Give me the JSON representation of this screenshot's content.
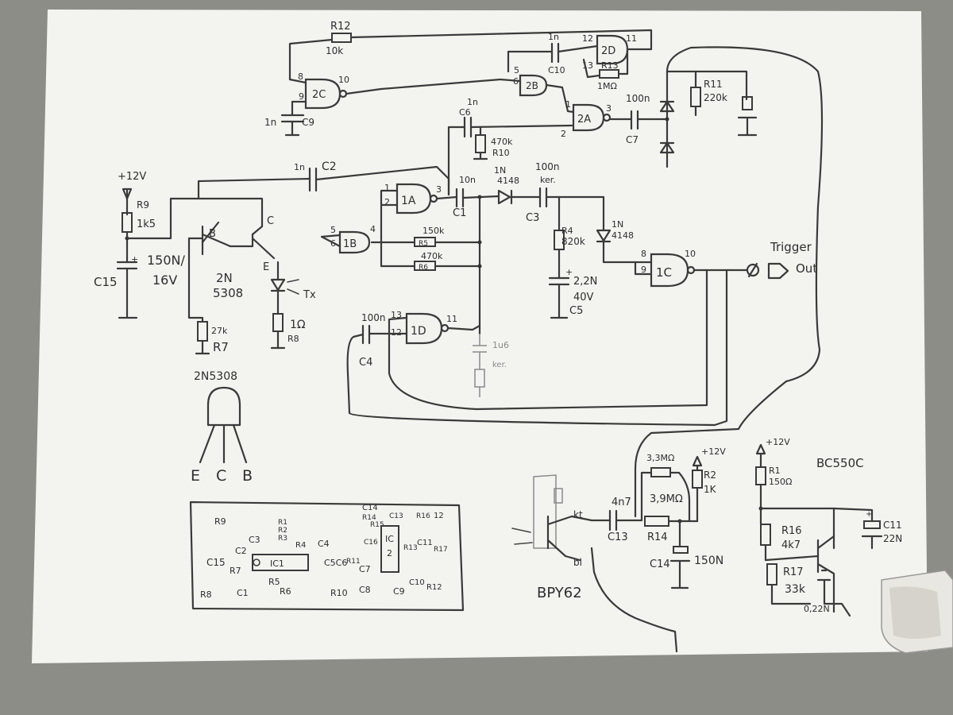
{
  "labels": {
    "r12": "R12",
    "r12_val": "10k",
    "c9": "C9",
    "c9_val": "1n",
    "gate_2c": "2C",
    "gate_2d": "2D",
    "gate_2b": "2B",
    "gate_2a": "2A",
    "gate_1a": "1A",
    "gate_1b": "1B",
    "gate_1c": "1C",
    "gate_1d": "1D",
    "c10": "C10",
    "c10_val": "1n",
    "r13": "R13",
    "r13_val": "1MΩ",
    "r11": "R11",
    "r11_val": "220k",
    "c7": "C7",
    "c7_val": "100n",
    "c6": "C6",
    "c6_val": "1n",
    "r10": "R10",
    "r10_val": "470k",
    "c2": "C2",
    "c2_val": "1n",
    "c1": "C1",
    "c1_val": "10n",
    "d_1n4148_a": "1N\n4148",
    "c3": "C3",
    "c3_val": "100n",
    "c3_type": "ker.",
    "r4": "R4",
    "r4_val": "820k",
    "d_1n4148_b": "1N\n4148",
    "r5": "R5",
    "r5_val": "150k",
    "r6": "R6",
    "r6_val": "470k",
    "c5": "C5",
    "c5_val": "2,2N",
    "c5_volt": "40V",
    "c4": "C4",
    "c4_val": "100n",
    "cap_1u6": "1u6",
    "cap_1u6_type": "ker.",
    "vcc_12v": "+12V",
    "r9": "R9",
    "r9_val": "1k5",
    "c15": "C15",
    "c15_val": "150N/",
    "c15_volt": "16V",
    "q1_name": "2N",
    "q1_num": "5308",
    "pin_b": "B",
    "pin_c": "C",
    "pin_e": "E",
    "tx": "Tx",
    "r8": "R8",
    "r8_val": "1Ω",
    "r7": "R7",
    "r7_val": "27k",
    "pinout_title": "2N5308",
    "pinout_e": "E",
    "pinout_c": "C",
    "pinout_b": "B",
    "trigger": "Trigger",
    "out": "Out",
    "bpy62": "BPY62",
    "c13": "C13",
    "c13_val": "4n7",
    "r3_val": "3,3MΩ",
    "r14": "R14",
    "r14_val": "3,9MΩ",
    "vcc_12v_b": "+12V",
    "r2": "R2",
    "r2_val": "1K",
    "c14": "C14",
    "c14_val": "150N",
    "vcc_12v_c": "+12V",
    "r1": "R1",
    "r1_val": "150Ω",
    "bc550c": "BC550C",
    "r16": "R16",
    "r16_val": "4k7",
    "c11": "C11",
    "c11_val": "22N",
    "r17": "R17",
    "r17_val": "33k",
    "c12_val": "0,22N",
    "pin_kt": "kt",
    "pin_bl": "bl",
    "pin_1": "1",
    "pin_2": "2",
    "pin_3": "3",
    "pin_4": "4",
    "pin_5": "5",
    "pin_6": "6",
    "pin_8": "8",
    "pin_9": "9",
    "pin_10": "10",
    "pin_11": "11",
    "pin_12": "12",
    "pin_13": "13"
  },
  "layout_sketch": {
    "r9": "R9",
    "c3": "C3",
    "r1": "R1",
    "r2": "R2",
    "r3": "R3",
    "r4": "R4",
    "c4": "C4",
    "c15": "C15",
    "c2": "C2",
    "r7": "R7",
    "ic1": "IC1",
    "c5c6": "C5C6",
    "r11": "R11",
    "c7": "C7",
    "r5": "R5",
    "r6": "R6",
    "r8": "R8",
    "c1": "C1",
    "r10": "R10",
    "c8": "C8",
    "c14": "C14",
    "c13": "C13",
    "r14": "R14",
    "r15": "R15",
    "r16": "R16",
    "r12a": "12",
    "c16": "C16",
    "ic2": "IC\n2",
    "r13": "R13",
    "c11": "C11",
    "r17": "R17",
    "c9": "C9",
    "c10": "C10",
    "r12": "R12"
  },
  "colors": {
    "paper": "#f4f4f1",
    "ink": "#3a3a3a",
    "background": "#8a8a84"
  }
}
